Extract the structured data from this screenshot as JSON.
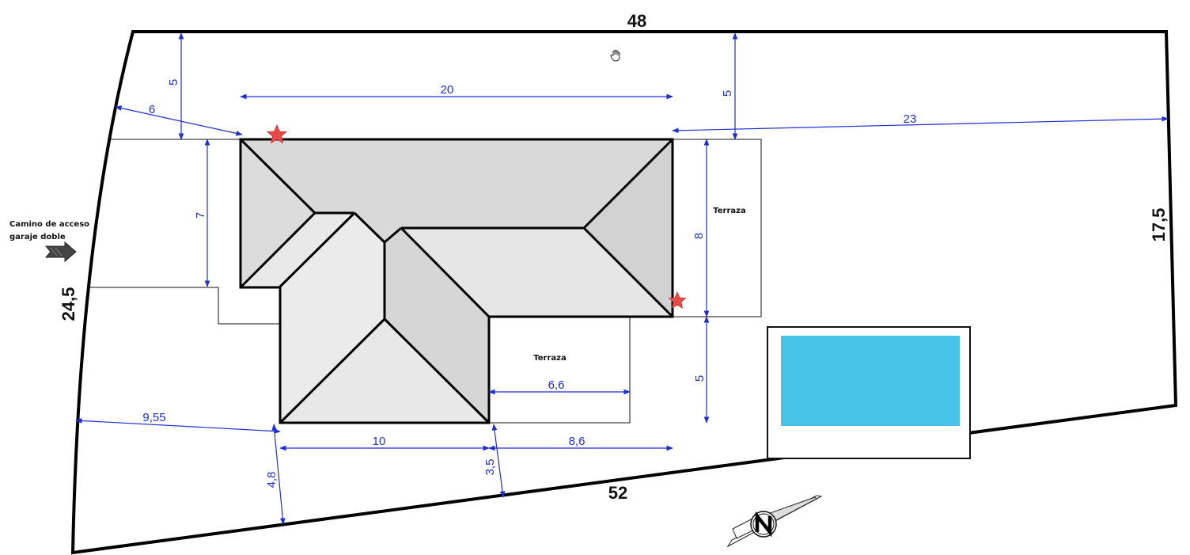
{
  "plot": {
    "side_top": "48",
    "side_bottom": "52",
    "side_left": "24,5",
    "side_right": "17,5"
  },
  "access": {
    "line1": "Camino de acceso",
    "line2": "garaje doble"
  },
  "labels": {
    "terraza_right": "Terraza",
    "terraza_bottom": "Terraza"
  },
  "dimensions": {
    "top_left_setback": "5",
    "corner_offset": "6",
    "house_width": "20",
    "top_right_setback": "5",
    "right_distance": "23",
    "house_left_depth": "7",
    "house_right_depth": "8",
    "bottom_right_setback": "5",
    "terrace_width": "6,6",
    "left_distance": "9,55",
    "wing_width": "10",
    "bottom_right_span": "8,6",
    "bottom_left_setback": "4,8",
    "bottom_mid_setback": "3,5"
  },
  "colors": {
    "dimension_blue": "#1f2fd0",
    "roof_light": "#e8e8e8",
    "roof_dark": "#d6d6d6",
    "pool_water": "#46c3e6",
    "marker_star": "#e84a4a"
  },
  "icons": [
    "hand-cursor-icon",
    "access-arrow-icon",
    "north-compass-icon",
    "star-marker-icon"
  ]
}
